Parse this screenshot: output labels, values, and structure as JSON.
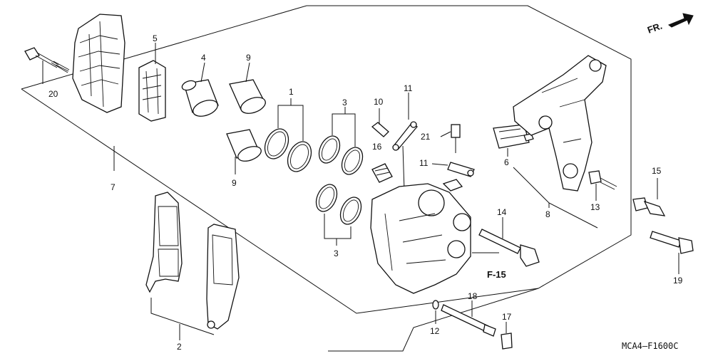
{
  "diagram": {
    "code": "MCA4–F1600C",
    "ref": "F-15",
    "fr_label": "FR.",
    "parts": {
      "p1": "1",
      "p2": "2",
      "p3a": "3",
      "p3b": "3",
      "p4": "4",
      "p5": "5",
      "p6": "6",
      "p7": "7",
      "p8": "8",
      "p9a": "9",
      "p9b": "9",
      "p10": "10",
      "p11a": "11",
      "p11b": "11",
      "p12": "12",
      "p13": "13",
      "p14": "14",
      "p15": "15",
      "p16": "16",
      "p17": "17",
      "p18": "18",
      "p19": "19",
      "p20": "20",
      "p21": "21"
    },
    "icons": [
      "arrow-icon"
    ]
  }
}
